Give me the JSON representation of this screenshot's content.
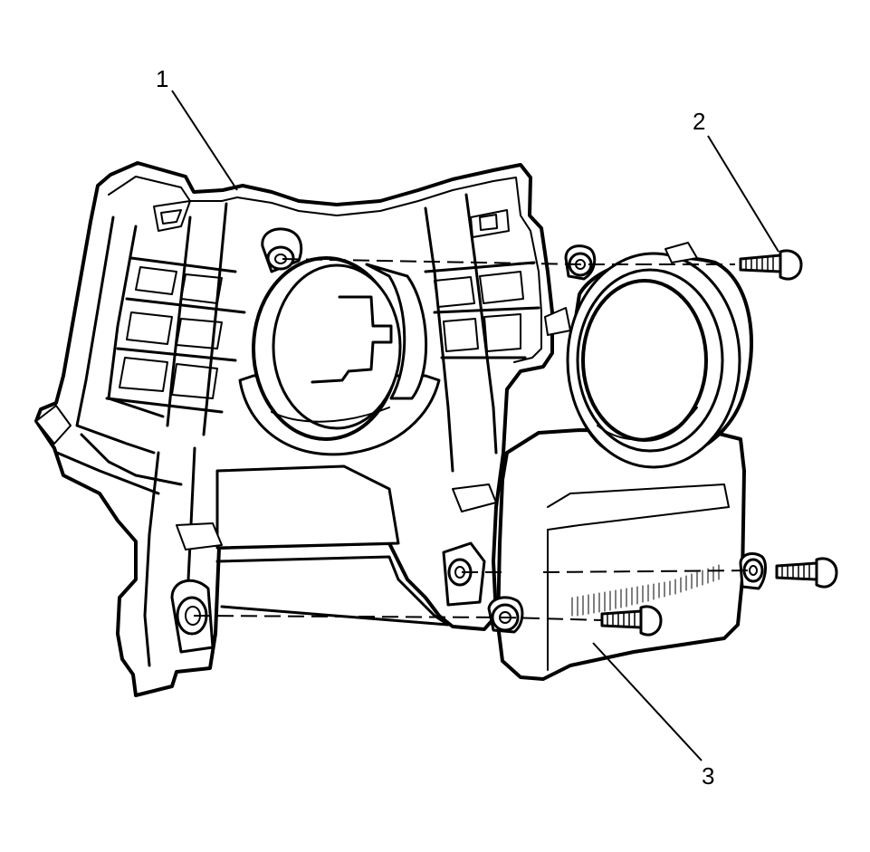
{
  "callouts": {
    "housing": "1",
    "bolt": "2",
    "cover": "3"
  },
  "colors": {
    "line": "#000000",
    "fill": "#ffffff",
    "shade": "#e8e8e8"
  }
}
